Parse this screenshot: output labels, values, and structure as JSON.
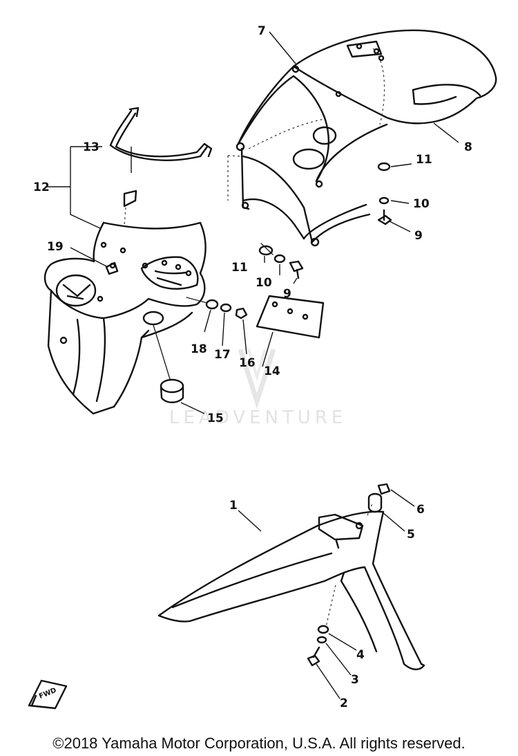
{
  "watermark": "LEADVENTURE",
  "direction_indicator": "FWD",
  "copyright": "©2018 Yamaha Motor Corporation, U.S.A. All rights reserved.",
  "callouts": {
    "c1": "1",
    "c2": "2",
    "c3": "3",
    "c4": "4",
    "c5": "5",
    "c6": "6",
    "c7": "7",
    "c8": "8",
    "c9a": "9",
    "c9b": "9",
    "c10a": "10",
    "c10b": "10",
    "c11a": "11",
    "c11b": "11",
    "c12": "12",
    "c13": "13",
    "c14": "14",
    "c15": "15",
    "c16": "16",
    "c17": "17",
    "c18": "18",
    "c19": "19"
  }
}
